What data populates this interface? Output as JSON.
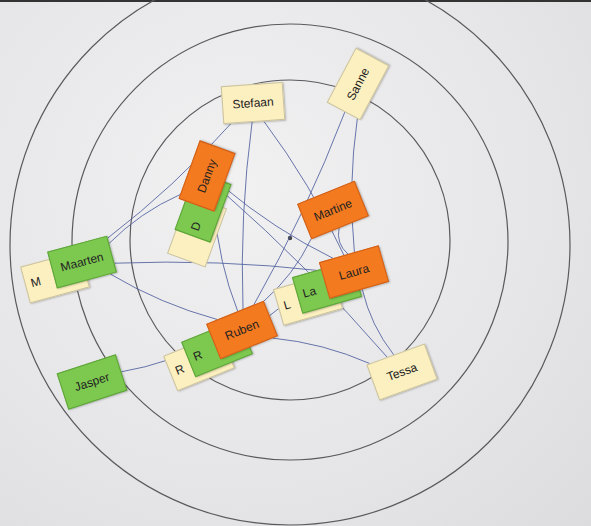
{
  "diagram": {
    "nodes": [
      {
        "text": [
          "Stefaan"
        ]
      },
      {
        "text": [
          "Sanne"
        ]
      },
      {
        "text": [
          "Danny"
        ]
      },
      {
        "text": [
          "D"
        ]
      },
      {
        "text": [
          "Martine"
        ]
      },
      {
        "text": [
          "M"
        ]
      },
      {
        "text": [
          "Maarten"
        ]
      },
      {
        "text": [
          "Laura"
        ]
      },
      {
        "text": [
          "La"
        ]
      },
      {
        "text": [
          "L"
        ]
      },
      {
        "text": [
          "Jasper"
        ]
      },
      {
        "text": [
          "Ruben"
        ]
      },
      {
        "text": [
          "R"
        ]
      },
      {
        "text": [
          "R"
        ]
      },
      {
        "text": [
          "Tessa"
        ]
      }
    ],
    "edges": [
      {
        "from": 0,
        "to": 7,
        "arrow": "none"
      },
      {
        "from": 0,
        "to": 11,
        "arrow": "none"
      },
      {
        "from": 0,
        "to": 6,
        "arrow": "none"
      },
      {
        "from": 1,
        "to": 7,
        "arrow": "none"
      },
      {
        "from": 1,
        "to": 11,
        "arrow": "none"
      },
      {
        "from": 2,
        "to": 7,
        "arrow": "none"
      },
      {
        "from": 2,
        "to": 14,
        "arrow": "none"
      },
      {
        "from": 2,
        "to": 11,
        "arrow": "none"
      },
      {
        "from": 6,
        "to": 7,
        "arrow": "none"
      },
      {
        "from": 6,
        "to": 11,
        "arrow": "none"
      },
      {
        "from": 6,
        "to": 2,
        "arrow": "none"
      },
      {
        "from": 4,
        "to": 7,
        "arrow": "none"
      },
      {
        "from": 4,
        "to": 11,
        "arrow": "none"
      },
      {
        "from": 10,
        "to": 11,
        "arrow": "none"
      },
      {
        "from": 14,
        "to": 7,
        "arrow": "none"
      },
      {
        "from": 14,
        "to": 11,
        "arrow": "none"
      },
      {
        "from": 11,
        "to": 7,
        "arrow": "none"
      }
    ]
  }
}
